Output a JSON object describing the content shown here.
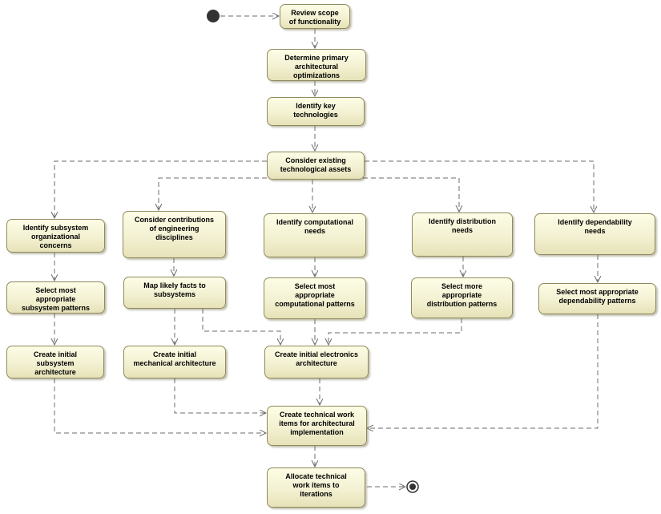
{
  "nodes": {
    "review_scope": "Review scope\nof functionality",
    "determine_optimizations": "Determine primary\narchitectural\noptimizations",
    "identify_technologies": "Identify key\ntechnologies",
    "consider_assets": "Consider existing\ntechnological assets",
    "identify_subsystem_concerns": "Identify subsystem\norganizational\nconcerns",
    "consider_disciplines": "Consider contributions\nof engineering\ndisciplines",
    "identify_computational": "Identify computational\nneeds",
    "identify_distribution": "Identify distribution\nneeds",
    "identify_dependability": "Identify dependability\nneeds",
    "select_subsystem_patterns": "Select most\nappropriate\nsubsystem patterns",
    "map_facts": "Map likely facts to\nsubsystems",
    "select_computational_patterns": "Select most\nappropriate\ncomputational patterns",
    "select_distribution_patterns": "Select more\nappropriate\ndistribution patterns",
    "select_dependability_patterns": "Select most appropriate\ndependability patterns",
    "create_subsystem_architecture": "Create initial\nsubsystem\narchitecture",
    "create_mechanical_architecture": "Create initial\nmechanical architecture",
    "create_electronics_architecture": "Create initial electronics\narchitecture",
    "create_work_items": "Create technical work\nitems for architectural\nimplementation",
    "allocate_work_items": "Allocate technical\nwork items to\niterations"
  },
  "colors": {
    "node_fill_top": "#fdfde6",
    "node_fill_bottom": "#e6e2b8",
    "node_border": "#8f8a5e",
    "edge": "#6b6b6b",
    "initial_node": "#333333"
  }
}
